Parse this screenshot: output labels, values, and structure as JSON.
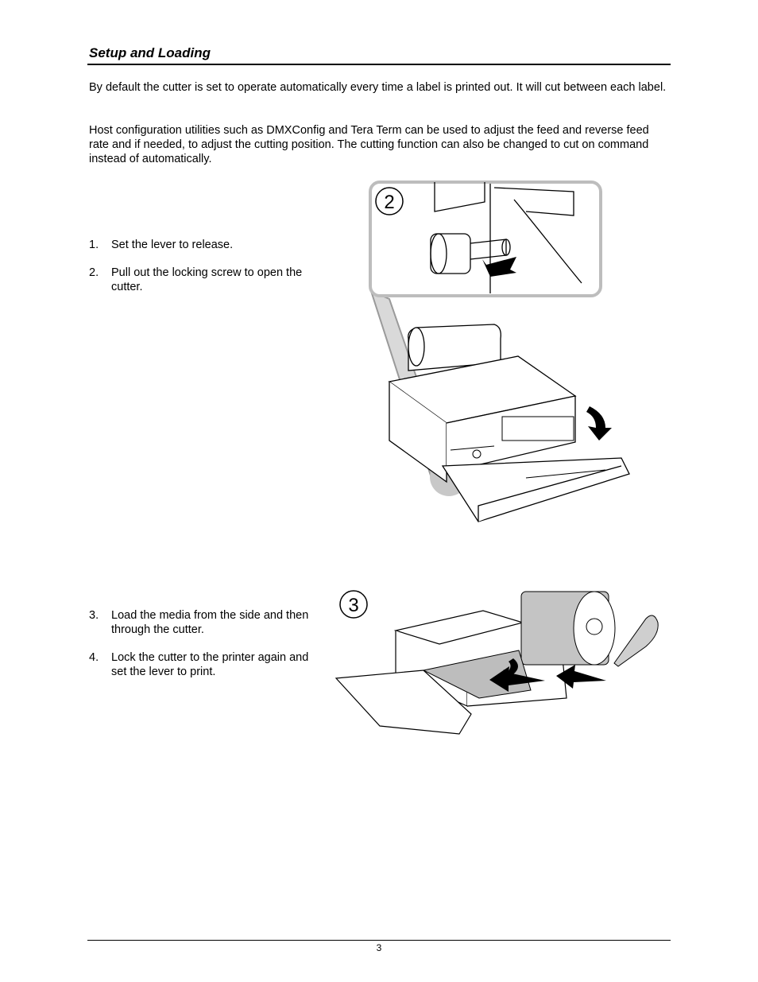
{
  "section": {
    "title": "Setup and Loading"
  },
  "intro": [
    "By default the cutter is set to operate automatically every time a label is printed out. It will cut between each label.",
    "Host configuration utilities such as DMXConfig and Tera Term can be used to adjust the feed and reverse feed rate and if needed, to adjust the cutting position. The cutting function can also be changed to cut on command instead of automatically."
  ],
  "steps_a": [
    {
      "num": "1.",
      "text": "Set the lever to release."
    },
    {
      "num": "2.",
      "text": "Pull out the locking screw to open the cutter."
    }
  ],
  "steps_b": [
    {
      "num": "3.",
      "text": "Load the media from the side and then through the cutter."
    },
    {
      "num": "4.",
      "text": "Lock the cutter to the printer again and set the lever to print."
    }
  ],
  "figures": {
    "fig2": {
      "step_label": "2"
    },
    "fig3": {
      "step_label": "3"
    }
  },
  "footer": {
    "page_number": "3"
  }
}
